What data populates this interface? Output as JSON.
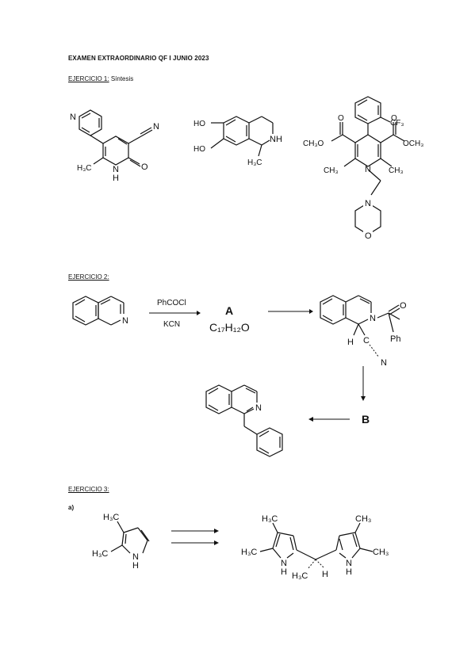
{
  "exam_title": "EXAMEN EXTRAORDINARIO QF I JUNIO 2023",
  "exercise1": {
    "label": "EJERCICIO 1:",
    "subtitle": "Síntesis",
    "mol1": {
      "ring_n": "N",
      "nitrile_n": "N",
      "ch3": "H₃C",
      "nh_n": "N",
      "nh_h": "H",
      "o": "O"
    },
    "mol2": {
      "ho_top": "HO",
      "ho_bottom": "HO",
      "nh": "NH",
      "ch3": "H₃C"
    },
    "mol3": {
      "cf3": "CF₃",
      "o_left": "O",
      "o_right": "O",
      "ester_left": "CH₃O",
      "ester_right": "OCH₃",
      "ch3_left": "CH₃",
      "ch3_right": "CH₃",
      "n_ring": "N",
      "n_morph": "N",
      "o_morph": "O"
    }
  },
  "exercise2": {
    "label": "EJERCICIO 2:",
    "reagent_top": "PhCOCl",
    "reagent_bottom": "KCN",
    "intermediate_a": "A",
    "formula_a": "C₁₇H₁₂O",
    "intermediate_b": "B",
    "isoquinoline_n": "N",
    "reissert": {
      "n": "N",
      "o": "O",
      "ph": "Ph",
      "h": "H",
      "c": "C",
      "cn_n": "N"
    },
    "product_n": "N"
  },
  "exercise3": {
    "label": "EJERCICIO 3:",
    "part": "a)",
    "reactant": {
      "ch3_top": "H₃C",
      "ch3_side": "H₃C",
      "n": "N",
      "h": "H"
    },
    "product": {
      "ch3_tl": "H₃C",
      "ch3_l": "H₃C",
      "ch3_tr": "CH₃",
      "ch3_r": "CH₃",
      "nh_l": "N",
      "nh_l_h": "H",
      "nh_r": "N",
      "nh_r_h": "H",
      "bridge_ch3": "H₃C",
      "bridge_h": "H"
    }
  }
}
